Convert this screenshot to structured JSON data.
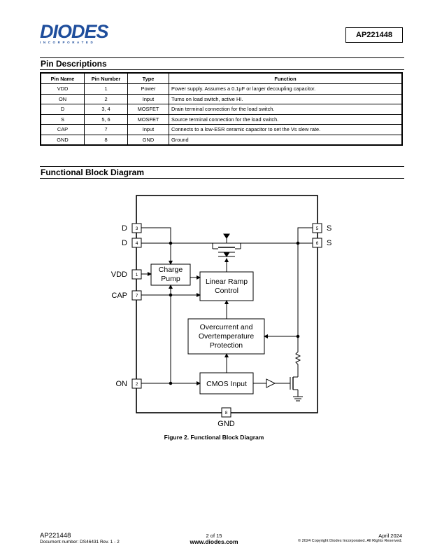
{
  "header": {
    "logo_main": "DIODES",
    "logo_sub": "INCORPORATED",
    "part_number": "AP221448"
  },
  "pin_section": {
    "title": "Pin Descriptions",
    "columns": [
      "Pin Name",
      "Pin Number",
      "Type",
      "Function"
    ],
    "rows": [
      [
        "VDD",
        "1",
        "Power",
        "Power supply. Assumes a 0.1μF or larger decoupling capacitor."
      ],
      [
        "ON",
        "2",
        "Input",
        "Turns on load switch, active HI."
      ],
      [
        "D",
        "3, 4",
        "MOSFET",
        "Drain terminal connection for the load switch."
      ],
      [
        "S",
        "5, 6",
        "MOSFET",
        "Source terminal connection for the load switch."
      ],
      [
        "CAP",
        "7",
        "Input",
        "Connects to a low-ESR ceramic capacitor to set the Vs slew rate."
      ],
      [
        "GND",
        "8",
        "GND",
        "Ground"
      ]
    ]
  },
  "block_section": {
    "title": "Functional Block Diagram",
    "pins": {
      "d3": {
        "name": "D",
        "num": "3"
      },
      "d4": {
        "name": "D",
        "num": "4"
      },
      "vdd": {
        "name": "VDD",
        "num": "1"
      },
      "cap": {
        "name": "CAP",
        "num": "7"
      },
      "on": {
        "name": "ON",
        "num": "2"
      },
      "s5": {
        "name": "S",
        "num": "5"
      },
      "s6": {
        "name": "S",
        "num": "6"
      },
      "gnd": {
        "name": "GND",
        "num": "8"
      }
    },
    "blocks": {
      "charge_pump": [
        "Charge",
        "Pump"
      ],
      "linear_ramp": [
        "Linear Ramp",
        "Control"
      ],
      "overcurrent": [
        "Overcurrent and",
        "Overtemperature",
        "Protection"
      ],
      "cmos": "CMOS Input"
    },
    "caption": "Figure 2. Functional Block Diagram"
  },
  "footer": {
    "part": "AP221448",
    "doc_number": "Document number: DS46431 Rev. 1 - 2",
    "page": "2 of 15",
    "website": "www.diodes.com",
    "date": "April 2024",
    "copyright": "© 2024 Copyright Diodes Incorporated. All Rights Reserved."
  }
}
